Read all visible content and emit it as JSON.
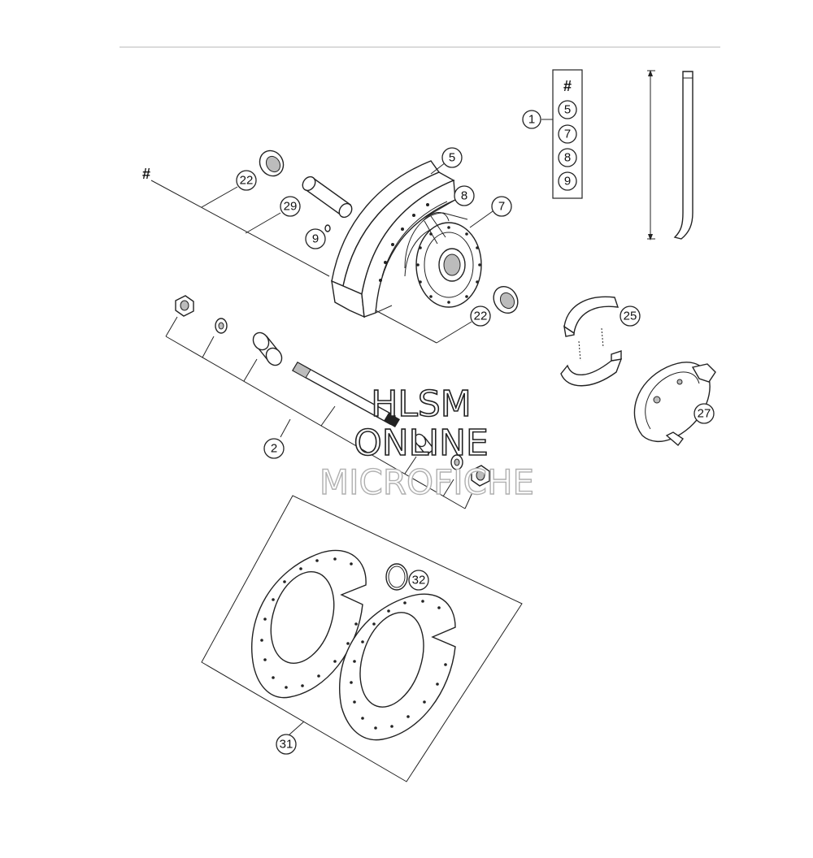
{
  "diagram": {
    "callouts": {
      "c1": "1",
      "c2": "2",
      "c5": "5",
      "c7": "7",
      "c8": "8",
      "c9": "9",
      "c22a": "22",
      "c22b": "22",
      "c25": "25",
      "c27": "27",
      "c29": "29",
      "c31": "31",
      "c32": "32"
    },
    "kit_box": {
      "header": "#",
      "items": [
        "5",
        "7",
        "8",
        "9"
      ]
    },
    "hash_marker": "#"
  },
  "watermark": {
    "line1": "HLSM",
    "line2": "ONLINE",
    "line3": "MICROFICHE"
  },
  "colors": {
    "line": "#222222",
    "watermark_fill": "#ffffff",
    "watermark_stroke": "#222222",
    "watermark_light": "#b0b0b0"
  }
}
